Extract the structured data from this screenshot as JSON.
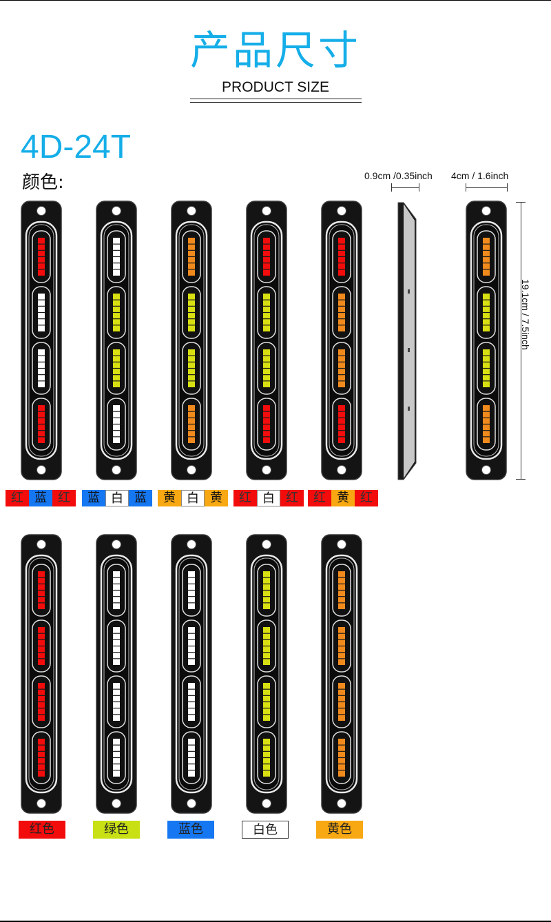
{
  "header": {
    "title_cn": "产品尺寸",
    "title_en": "PRODUCT SIZE"
  },
  "model": "4D-24T",
  "color_label": "颜色:",
  "dimensions": {
    "thickness": "0.9cm /0.35inch",
    "width": "4cm / 1.6inch",
    "length": "19.1cm / 7.5inch"
  },
  "palette": {
    "red": "#f20c0c",
    "blue": "#1677f2",
    "white": "#ffffff",
    "yellow": "#f8a812",
    "amber": "#f08a1c",
    "lime": "#d8e012",
    "green": "#c8e014",
    "accent": "#15aee8"
  },
  "row1": [
    {
      "leds": [
        "red",
        "white",
        "white",
        "red"
      ],
      "labels": [
        "红",
        "蓝",
        "红"
      ],
      "label_colors": [
        "red",
        "blue",
        "red"
      ]
    },
    {
      "leds": [
        "white",
        "lime",
        "lime",
        "white"
      ],
      "labels": [
        "蓝",
        "白",
        "蓝"
      ],
      "label_colors": [
        "blue",
        "white",
        "blue"
      ]
    },
    {
      "leds": [
        "amber",
        "lime",
        "lime",
        "amber"
      ],
      "labels": [
        "黄",
        "白",
        "黄"
      ],
      "label_colors": [
        "yellow",
        "white",
        "yellow"
      ]
    },
    {
      "leds": [
        "red",
        "lime",
        "lime",
        "red"
      ],
      "labels": [
        "红",
        "白",
        "红"
      ],
      "label_colors": [
        "red",
        "white",
        "red"
      ]
    },
    {
      "leds": [
        "red",
        "amber",
        "amber",
        "red"
      ],
      "labels": [
        "红",
        "黄",
        "红"
      ],
      "label_colors": [
        "red",
        "yellow",
        "red"
      ]
    }
  ],
  "row2": [
    {
      "leds": [
        "red",
        "red",
        "red",
        "red"
      ],
      "label": "红色",
      "label_bg": "#f20c0c"
    },
    {
      "leds": [
        "white",
        "white",
        "white",
        "white"
      ],
      "label": "绿色",
      "label_bg": "#c8e014"
    },
    {
      "leds": [
        "white",
        "white",
        "white",
        "white"
      ],
      "label": "蓝色",
      "label_bg": "#1677f2"
    },
    {
      "leds": [
        "lime",
        "lime",
        "lime",
        "lime"
      ],
      "label": "白色",
      "label_bg": "#ffffff"
    },
    {
      "leds": [
        "amber",
        "amber",
        "amber",
        "amber"
      ],
      "label": "黄色",
      "label_bg": "#f8a812"
    }
  ],
  "dimension_light": {
    "leds": [
      "amber",
      "lime",
      "lime",
      "amber"
    ]
  }
}
